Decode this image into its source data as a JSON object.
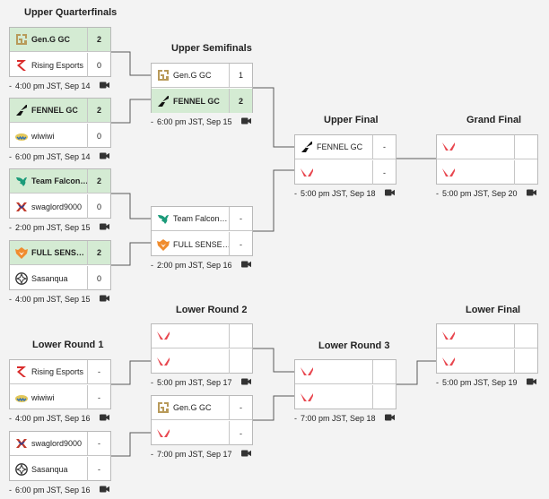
{
  "colors": {
    "win_row": "#d4ebd3",
    "connector": "#5a5a5a",
    "valorant_red": "#e8474f",
    "geng_gold": "#b89a5a",
    "falcons_teal": "#1c9b7a",
    "fullsense_orange": "#f08c2e",
    "rising_red": "#d92b2b",
    "wiwiwi_blue": "#2f6fb5"
  },
  "rounds": {
    "upper_qf": "Upper Quarterfinals",
    "upper_sf": "Upper Semifinals",
    "upper_final": "Upper Final",
    "grand_final": "Grand Final",
    "lower_r1": "Lower Round 1",
    "lower_r2": "Lower Round 2",
    "lower_r3": "Lower Round 3",
    "lower_final": "Lower Final"
  },
  "matches": {
    "uqf1": {
      "time": "4:00 pm JST, Sep 14",
      "top": {
        "name": "Gen.G GC",
        "score": "2",
        "logo": "geng-logo",
        "win": true
      },
      "bot": {
        "name": "Rising Esports",
        "score": "0",
        "logo": "rising-logo",
        "win": false
      }
    },
    "uqf2": {
      "time": "6:00 pm JST, Sep 14",
      "top": {
        "name": "FENNEL GC",
        "score": "2",
        "logo": "fennel-logo",
        "win": true
      },
      "bot": {
        "name": "wiwiwi",
        "score": "0",
        "logo": "wiwiwi-logo",
        "win": false
      }
    },
    "uqf3": {
      "time": "2:00 pm JST, Sep 15",
      "top": {
        "name": "Team Falcons GC",
        "score": "2",
        "logo": "falcons-logo",
        "win": true
      },
      "bot": {
        "name": "swaglord9000",
        "score": "0",
        "logo": "swaglord-logo",
        "win": false
      }
    },
    "uqf4": {
      "time": "4:00 pm JST, Sep 15",
      "top": {
        "name": "FULL SENSE GC",
        "score": "2",
        "logo": "fullsense-logo",
        "win": true
      },
      "bot": {
        "name": "Sasanqua",
        "score": "0",
        "logo": "sasanqua-logo",
        "win": false
      }
    },
    "usf1": {
      "time": "6:00 pm JST, Sep 15",
      "top": {
        "name": "Gen.G GC",
        "score": "1",
        "logo": "geng-logo",
        "win": false
      },
      "bot": {
        "name": "FENNEL GC",
        "score": "2",
        "logo": "fennel-logo",
        "win": true
      }
    },
    "usf2": {
      "time": "2:00 pm JST, Sep 16",
      "top": {
        "name": "Team Falcons GC",
        "score": "-",
        "logo": "falcons-logo",
        "win": false
      },
      "bot": {
        "name": "FULL SENSE GC",
        "score": "-",
        "logo": "fullsense-logo",
        "win": false
      }
    },
    "uf": {
      "time": "5:00 pm JST, Sep 18",
      "top": {
        "name": "FENNEL GC",
        "score": "-",
        "logo": "fennel-logo",
        "win": false
      },
      "bot": {
        "name": "",
        "score": "-",
        "logo": "valorant-logo",
        "win": false
      }
    },
    "gf": {
      "time": "5:00 pm JST, Sep 20",
      "top": {
        "name": "",
        "score": "",
        "logo": "valorant-logo",
        "win": false
      },
      "bot": {
        "name": "",
        "score": "",
        "logo": "valorant-logo",
        "win": false
      }
    },
    "lr1a": {
      "time": "4:00 pm JST, Sep 16",
      "top": {
        "name": "Rising Esports",
        "score": "-",
        "logo": "rising-logo",
        "win": false
      },
      "bot": {
        "name": "wiwiwi",
        "score": "-",
        "logo": "wiwiwi-logo",
        "win": false
      }
    },
    "lr1b": {
      "time": "6:00 pm JST, Sep 16",
      "top": {
        "name": "swaglord9000",
        "score": "-",
        "logo": "swaglord-logo",
        "win": false
      },
      "bot": {
        "name": "Sasanqua",
        "score": "-",
        "logo": "sasanqua-logo",
        "win": false
      }
    },
    "lr2a": {
      "time": "5:00 pm JST, Sep 17",
      "top": {
        "name": "",
        "score": "",
        "logo": "valorant-logo",
        "win": false
      },
      "bot": {
        "name": "",
        "score": "",
        "logo": "valorant-logo",
        "win": false
      }
    },
    "lr2b": {
      "time": "7:00 pm JST, Sep 17",
      "top": {
        "name": "Gen.G GC",
        "score": "-",
        "logo": "geng-logo",
        "win": false
      },
      "bot": {
        "name": "",
        "score": "-",
        "logo": "valorant-logo",
        "win": false
      }
    },
    "lr3": {
      "time": "7:00 pm JST, Sep 18",
      "top": {
        "name": "",
        "score": "",
        "logo": "valorant-logo",
        "win": false
      },
      "bot": {
        "name": "",
        "score": "",
        "logo": "valorant-logo",
        "win": false
      }
    },
    "lf": {
      "time": "5:00 pm JST, Sep 19",
      "top": {
        "name": "",
        "score": "",
        "logo": "valorant-logo",
        "win": false
      },
      "bot": {
        "name": "",
        "score": "",
        "logo": "valorant-logo",
        "win": false
      }
    }
  },
  "meta_dash": "-",
  "camera_icon": "video-camera-icon"
}
